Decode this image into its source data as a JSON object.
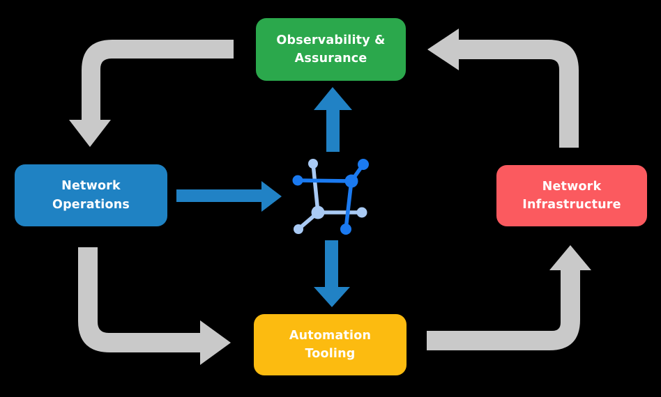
{
  "nodes": {
    "observability": {
      "label": "Observability &\nAssurance",
      "color": "#2BA84C"
    },
    "operations": {
      "label": "Network\nOperations",
      "color": "#1F82C3"
    },
    "infrastructure": {
      "label": "Network\nInfrastructure",
      "color": "#FB5A5F"
    },
    "automation": {
      "label": "Automation\nTooling",
      "color": "#FCBB10"
    }
  },
  "center_icon": {
    "name": "network-mesh-icon",
    "dark_blue": "#1B7AF0",
    "light_blue": "#A9CAF4"
  },
  "colors": {
    "background": "#000000",
    "cycle_arrow": "#C9C9C9",
    "flow_arrow": "#2182C5",
    "label_text": "#FFFFFF"
  },
  "edges": [
    {
      "from": "observability",
      "to": "operations",
      "style": "cycle-gray"
    },
    {
      "from": "operations",
      "to": "automation",
      "style": "cycle-gray"
    },
    {
      "from": "automation",
      "to": "infrastructure",
      "style": "cycle-gray"
    },
    {
      "from": "infrastructure",
      "to": "observability",
      "style": "cycle-gray"
    },
    {
      "from": "operations",
      "to": "center-icon",
      "style": "flow-blue"
    },
    {
      "from": "center-icon",
      "to": "observability",
      "style": "flow-blue"
    },
    {
      "from": "center-icon",
      "to": "automation",
      "style": "flow-blue"
    }
  ]
}
